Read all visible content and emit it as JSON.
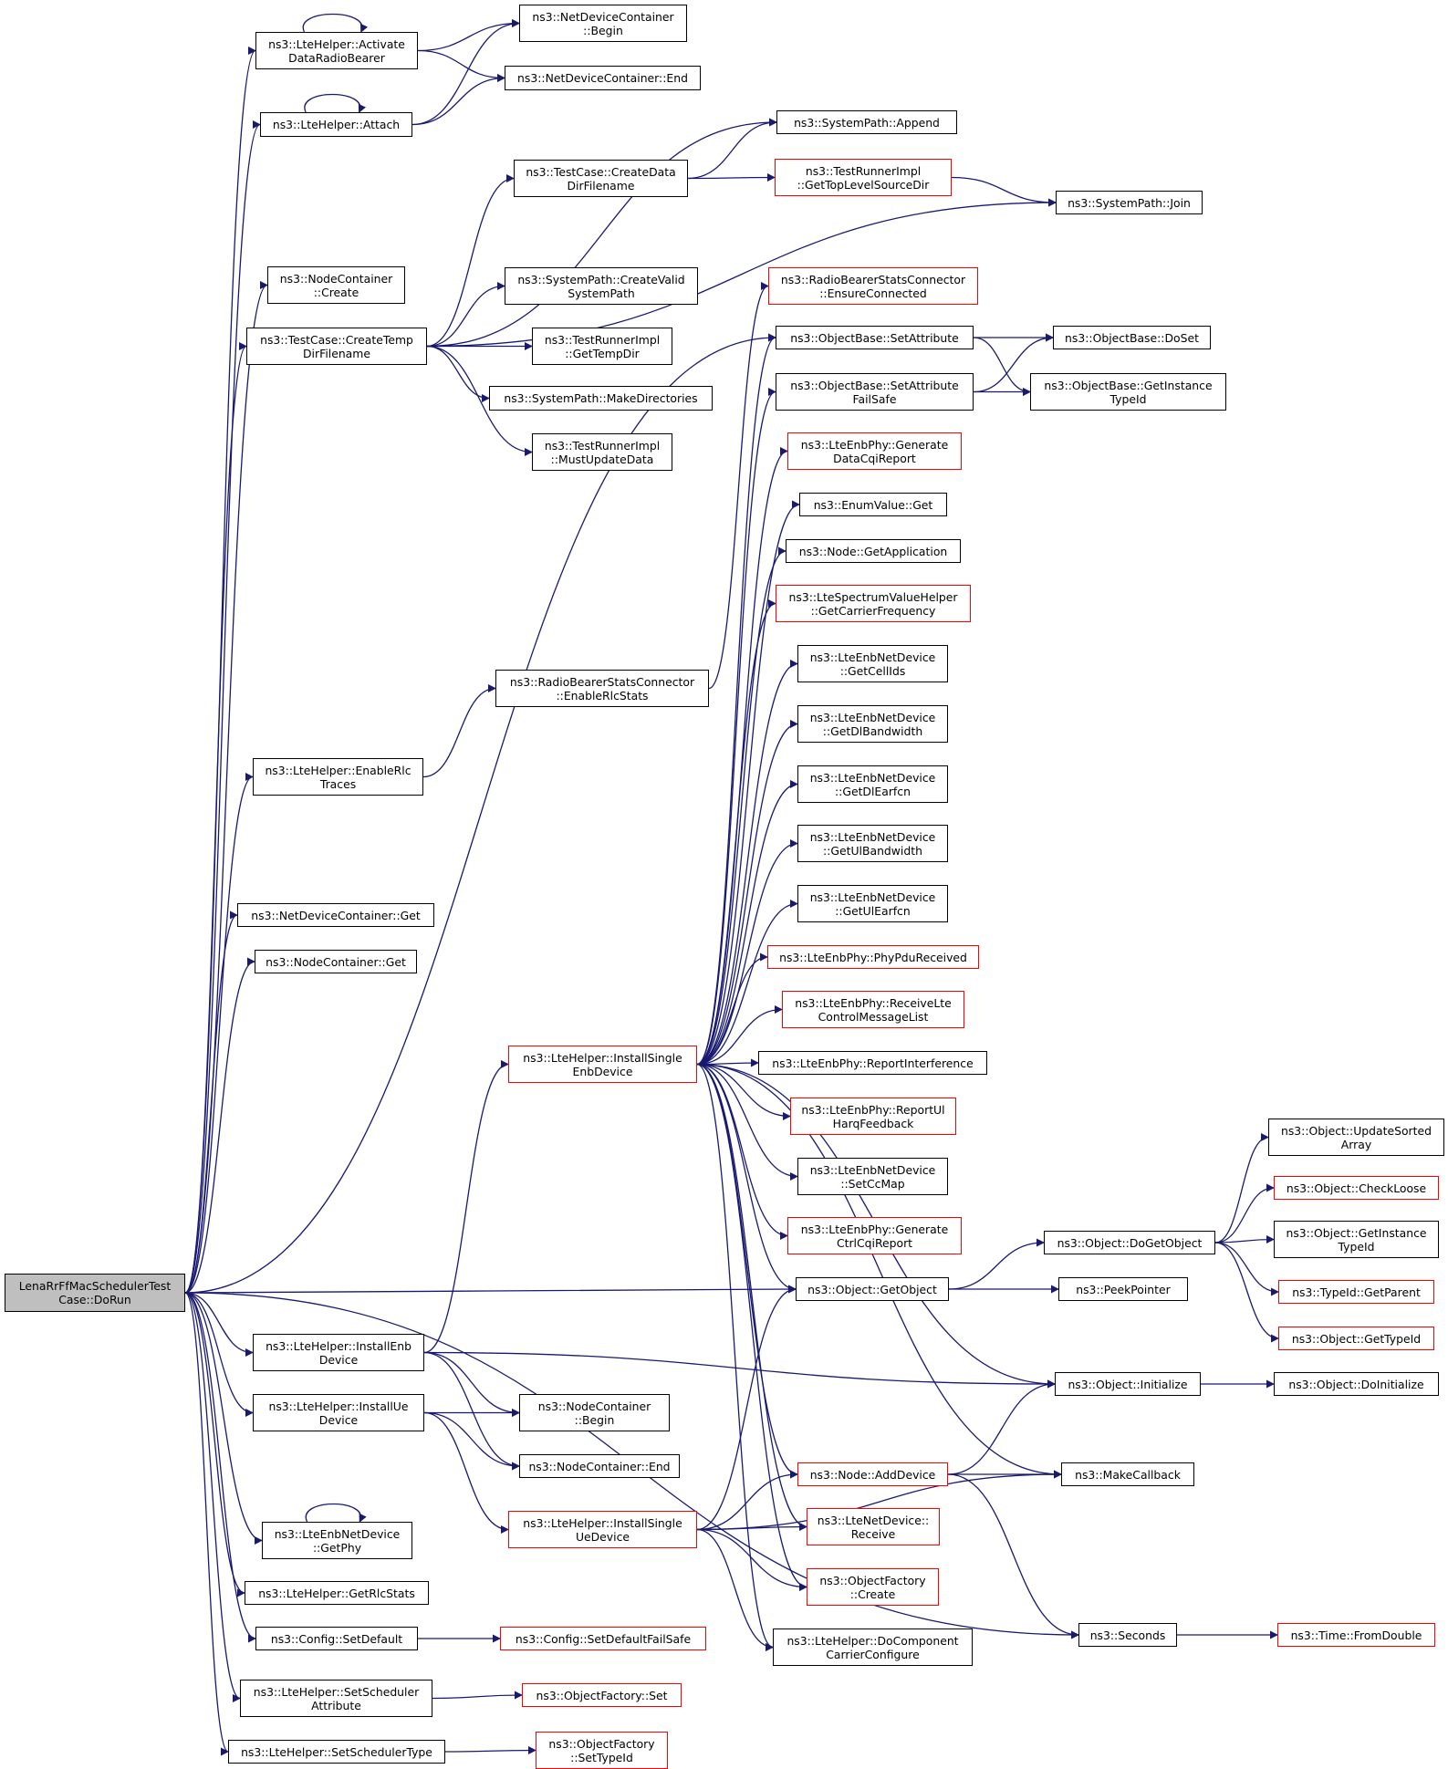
{
  "graph": {
    "colors": {
      "edge": "#191970",
      "node_border": "#000000",
      "undocumented_border": "#ff0000",
      "root_fill": "#bfbfbf",
      "node_fill": "#ffffff"
    },
    "nodes": {
      "root": {
        "label": "LenaRrFfMacSchedulerTest\nCase::DoRun",
        "red": false
      },
      "activate": {
        "label": "ns3::LteHelper::Activate\nDataRadioBearer",
        "red": false
      },
      "attach": {
        "label": "ns3::LteHelper::Attach",
        "red": false
      },
      "nc_create": {
        "label": "ns3::NodeContainer\n::Create",
        "red": false
      },
      "tc_createtemp": {
        "label": "ns3::TestCase::CreateTemp\nDirFilename",
        "red": false
      },
      "enablerlc": {
        "label": "ns3::LteHelper::EnableRlc\nTraces",
        "red": false
      },
      "ndc_get": {
        "label": "ns3::NetDeviceContainer::Get",
        "red": false
      },
      "nc_get": {
        "label": "ns3::NodeContainer::Get",
        "red": false
      },
      "install_enb": {
        "label": "ns3::LteHelper::InstallEnb\nDevice",
        "red": false
      },
      "install_ue": {
        "label": "ns3::LteHelper::InstallUe\nDevice",
        "red": false
      },
      "enb_getphy": {
        "label": "ns3::LteEnbNetDevice\n::GetPhy",
        "red": false
      },
      "getrlcstats": {
        "label": "ns3::LteHelper::GetRlcStats",
        "red": false
      },
      "cfg_setdefault": {
        "label": "ns3::Config::SetDefault",
        "red": false
      },
      "setschedattr": {
        "label": "ns3::LteHelper::SetScheduler\nAttribute",
        "red": false
      },
      "setschedtype": {
        "label": "ns3::LteHelper::SetSchedulerType",
        "red": false
      },
      "ndc_begin": {
        "label": "ns3::NetDeviceContainer\n::Begin",
        "red": false
      },
      "ndc_end": {
        "label": "ns3::NetDeviceContainer::End",
        "red": false
      },
      "tc_createdata": {
        "label": "ns3::TestCase::CreateData\nDirFilename",
        "red": false
      },
      "sp_createvalid": {
        "label": "ns3::SystemPath::CreateValid\nSystemPath",
        "red": false
      },
      "tri_gettempdir": {
        "label": "ns3::TestRunnerImpl\n::GetTempDir",
        "red": false
      },
      "sp_makedirs": {
        "label": "ns3::SystemPath::MakeDirectories",
        "red": false
      },
      "tri_mustupdate": {
        "label": "ns3::TestRunnerImpl\n::MustUpdateData",
        "red": false
      },
      "rbsc_enablerlc": {
        "label": "ns3::RadioBearerStatsConnector\n::EnableRlcStats",
        "red": false
      },
      "install_single_enb": {
        "label": "ns3::LteHelper::InstallSingle\nEnbDevice",
        "red": true
      },
      "install_single_ue": {
        "label": "ns3::LteHelper::InstallSingle\nUeDevice",
        "red": true
      },
      "nodec_begin": {
        "label": "ns3::NodeContainer\n::Begin",
        "red": false
      },
      "nodec_end": {
        "label": "ns3::NodeContainer::End",
        "red": false
      },
      "cfg_setdefaultfs": {
        "label": "ns3::Config::SetDefaultFailSafe",
        "red": true
      },
      "of_set": {
        "label": "ns3::ObjectFactory::Set",
        "red": true
      },
      "of_settypeid": {
        "label": "ns3::ObjectFactory\n::SetTypeId",
        "red": true
      },
      "sp_append": {
        "label": "ns3::SystemPath::Append",
        "red": false
      },
      "tri_gettoplevel": {
        "label": "ns3::TestRunnerImpl\n::GetTopLevelSourceDir",
        "red": true
      },
      "sp_join": {
        "label": "ns3::SystemPath::Join",
        "red": false
      },
      "rbsc_ensure": {
        "label": "ns3::RadioBearerStatsConnector\n::EnsureConnected",
        "red": true
      },
      "ob_setattr": {
        "label": "ns3::ObjectBase::SetAttribute",
        "red": false
      },
      "ob_setattrfs": {
        "label": "ns3::ObjectBase::SetAttribute\nFailSafe",
        "red": false
      },
      "ob_doset": {
        "label": "ns3::ObjectBase::DoSet",
        "red": false
      },
      "ob_getinst": {
        "label": "ns3::ObjectBase::GetInstance\nTypeId",
        "red": false
      },
      "phy_gendatacqi": {
        "label": "ns3::LteEnbPhy::Generate\nDataCqiReport",
        "red": true
      },
      "enum_get": {
        "label": "ns3::EnumValue::Get",
        "red": false
      },
      "node_getapp": {
        "label": "ns3::Node::GetApplication",
        "red": false
      },
      "svh_getcarrier": {
        "label": "ns3::LteSpectrumValueHelper\n::GetCarrierFrequency",
        "red": true
      },
      "enbnd_getcellids": {
        "label": "ns3::LteEnbNetDevice\n::GetCellIds",
        "red": false
      },
      "enbnd_getdlbw": {
        "label": "ns3::LteEnbNetDevice\n::GetDlBandwidth",
        "red": false
      },
      "enbnd_getdlearfcn": {
        "label": "ns3::LteEnbNetDevice\n::GetDlEarfcn",
        "red": false
      },
      "enbnd_getulbw": {
        "label": "ns3::LteEnbNetDevice\n::GetUlBandwidth",
        "red": false
      },
      "enbnd_getulearfcn": {
        "label": "ns3::LteEnbNetDevice\n::GetUlEarfcn",
        "red": false
      },
      "phy_pdurecv": {
        "label": "ns3::LteEnbPhy::PhyPduReceived",
        "red": true
      },
      "phy_recvctrl": {
        "label": "ns3::LteEnbPhy::ReceiveLte\nControlMessageList",
        "red": true
      },
      "phy_reportint": {
        "label": "ns3::LteEnbPhy::ReportInterference",
        "red": false
      },
      "phy_reportul": {
        "label": "ns3::LteEnbPhy::ReportUl\nHarqFeedback",
        "red": true
      },
      "enbnd_setccmap": {
        "label": "ns3::LteEnbNetDevice\n::SetCcMap",
        "red": false
      },
      "phy_genctrlcqi": {
        "label": "ns3::LteEnbPhy::Generate\nCtrlCqiReport",
        "red": true
      },
      "obj_getobject": {
        "label": "ns3::Object::GetObject",
        "red": false
      },
      "node_adddevice": {
        "label": "ns3::Node::AddDevice",
        "red": true
      },
      "ltend_receive": {
        "label": "ns3::LteNetDevice::\nReceive",
        "red": true
      },
      "of_create": {
        "label": "ns3::ObjectFactory\n::Create",
        "red": true
      },
      "lh_docc": {
        "label": "ns3::LteHelper::DoComponent\nCarrierConfigure",
        "red": false
      },
      "obj_dogetobject": {
        "label": "ns3::Object::DoGetObject",
        "red": false
      },
      "peekpointer": {
        "label": "ns3::PeekPointer",
        "red": false
      },
      "obj_initialize": {
        "label": "ns3::Object::Initialize",
        "red": false
      },
      "makecallback": {
        "label": "ns3::MakeCallback",
        "red": false
      },
      "seconds": {
        "label": "ns3::Seconds",
        "red": false
      },
      "obj_updatesorted": {
        "label": "ns3::Object::UpdateSorted\nArray",
        "red": false
      },
      "obj_checkloose": {
        "label": "ns3::Object::CheckLoose",
        "red": true
      },
      "obj_getinsttypeid": {
        "label": "ns3::Object::GetInstance\nTypeId",
        "red": false
      },
      "typeid_getparent": {
        "label": "ns3::TypeId::GetParent",
        "red": true
      },
      "obj_gettypeid": {
        "label": "ns3::Object::GetTypeId",
        "red": true
      },
      "obj_doinitialize": {
        "label": "ns3::Object::DoInitialize",
        "red": false
      },
      "time_fromdouble": {
        "label": "ns3::Time::FromDouble",
        "red": true
      }
    },
    "edges": [
      [
        "root",
        "activate"
      ],
      [
        "root",
        "attach"
      ],
      [
        "root",
        "nc_create"
      ],
      [
        "root",
        "tc_createtemp"
      ],
      [
        "root",
        "enablerlc"
      ],
      [
        "root",
        "ndc_get"
      ],
      [
        "root",
        "nc_get"
      ],
      [
        "root",
        "install_enb"
      ],
      [
        "root",
        "install_ue"
      ],
      [
        "root",
        "enb_getphy"
      ],
      [
        "root",
        "getrlcstats"
      ],
      [
        "root",
        "cfg_setdefault"
      ],
      [
        "root",
        "setschedattr"
      ],
      [
        "root",
        "setschedtype"
      ],
      [
        "root",
        "ob_setattr"
      ],
      [
        "root",
        "obj_getobject"
      ],
      [
        "root",
        "seconds"
      ],
      [
        "activate",
        "activate"
      ],
      [
        "activate",
        "ndc_begin"
      ],
      [
        "activate",
        "ndc_end"
      ],
      [
        "attach",
        "attach"
      ],
      [
        "attach",
        "ndc_begin"
      ],
      [
        "attach",
        "ndc_end"
      ],
      [
        "tc_createtemp",
        "sp_append"
      ],
      [
        "tc_createtemp",
        "tc_createdata"
      ],
      [
        "tc_createtemp",
        "sp_join"
      ],
      [
        "tc_createtemp",
        "sp_createvalid"
      ],
      [
        "tc_createtemp",
        "tri_gettempdir"
      ],
      [
        "tc_createtemp",
        "sp_makedirs"
      ],
      [
        "tc_createtemp",
        "tri_mustupdate"
      ],
      [
        "tc_createdata",
        "sp_append"
      ],
      [
        "tc_createdata",
        "tri_gettoplevel"
      ],
      [
        "tri_gettoplevel",
        "sp_join"
      ],
      [
        "enablerlc",
        "rbsc_enablerlc"
      ],
      [
        "rbsc_enablerlc",
        "rbsc_ensure"
      ],
      [
        "ob_setattr",
        "ob_doset"
      ],
      [
        "ob_setattr",
        "ob_getinst"
      ],
      [
        "ob_setattrfs",
        "ob_doset"
      ],
      [
        "ob_setattrfs",
        "ob_getinst"
      ],
      [
        "install_enb",
        "install_single_enb"
      ],
      [
        "install_enb",
        "obj_initialize"
      ],
      [
        "install_enb",
        "nodec_begin"
      ],
      [
        "install_enb",
        "nodec_end"
      ],
      [
        "install_ue",
        "nodec_begin"
      ],
      [
        "install_ue",
        "nodec_end"
      ],
      [
        "install_ue",
        "install_single_ue"
      ],
      [
        "enb_getphy",
        "enb_getphy"
      ],
      [
        "cfg_setdefault",
        "cfg_setdefaultfs"
      ],
      [
        "setschedattr",
        "of_set"
      ],
      [
        "setschedtype",
        "of_settypeid"
      ],
      [
        "install_single_enb",
        "ob_setattr"
      ],
      [
        "install_single_enb",
        "ob_setattrfs"
      ],
      [
        "install_single_enb",
        "phy_gendatacqi"
      ],
      [
        "install_single_enb",
        "enum_get"
      ],
      [
        "install_single_enb",
        "node_getapp"
      ],
      [
        "install_single_enb",
        "svh_getcarrier"
      ],
      [
        "install_single_enb",
        "enbnd_getcellids"
      ],
      [
        "install_single_enb",
        "enbnd_getdlbw"
      ],
      [
        "install_single_enb",
        "enbnd_getdlearfcn"
      ],
      [
        "install_single_enb",
        "enbnd_getulbw"
      ],
      [
        "install_single_enb",
        "enbnd_getulearfcn"
      ],
      [
        "install_single_enb",
        "phy_pdurecv"
      ],
      [
        "install_single_enb",
        "phy_recvctrl"
      ],
      [
        "install_single_enb",
        "phy_reportint"
      ],
      [
        "install_single_enb",
        "phy_reportul"
      ],
      [
        "install_single_enb",
        "enbnd_setccmap"
      ],
      [
        "install_single_enb",
        "phy_genctrlcqi"
      ],
      [
        "install_single_enb",
        "obj_getobject"
      ],
      [
        "install_single_enb",
        "obj_initialize"
      ],
      [
        "install_single_enb",
        "makecallback"
      ],
      [
        "install_single_enb",
        "node_adddevice"
      ],
      [
        "install_single_enb",
        "ltend_receive"
      ],
      [
        "install_single_enb",
        "of_create"
      ],
      [
        "install_single_enb",
        "lh_docc"
      ],
      [
        "install_single_ue",
        "obj_getobject"
      ],
      [
        "install_single_ue",
        "node_adddevice"
      ],
      [
        "install_single_ue",
        "ltend_receive"
      ],
      [
        "install_single_ue",
        "of_create"
      ],
      [
        "install_single_ue",
        "lh_docc"
      ],
      [
        "install_single_ue",
        "makecallback"
      ],
      [
        "obj_getobject",
        "obj_dogetobject"
      ],
      [
        "obj_getobject",
        "peekpointer"
      ],
      [
        "obj_dogetobject",
        "obj_updatesorted"
      ],
      [
        "obj_dogetobject",
        "obj_checkloose"
      ],
      [
        "obj_dogetobject",
        "obj_getinsttypeid"
      ],
      [
        "obj_dogetobject",
        "typeid_getparent"
      ],
      [
        "obj_dogetobject",
        "obj_gettypeid"
      ],
      [
        "obj_initialize",
        "obj_doinitialize"
      ],
      [
        "node_adddevice",
        "obj_initialize"
      ],
      [
        "node_adddevice",
        "makecallback"
      ],
      [
        "node_adddevice",
        "seconds"
      ],
      [
        "seconds",
        "time_fromdouble"
      ]
    ]
  }
}
